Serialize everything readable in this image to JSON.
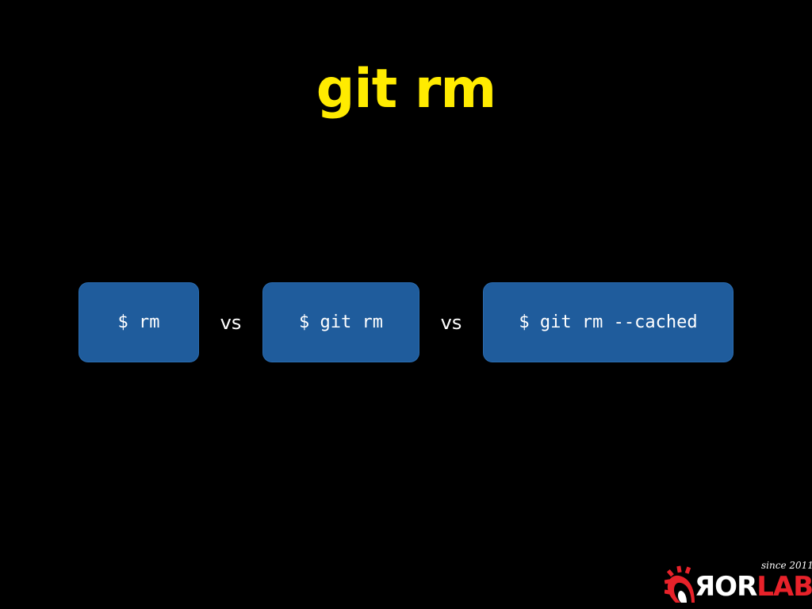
{
  "slide": {
    "title": "git rm",
    "commands": [
      "$ rm",
      "$ git rm",
      "$ git rm --cached"
    ],
    "separators": [
      "vs",
      "vs"
    ]
  },
  "logo": {
    "tagline": "since 2011",
    "word_white": "ЯOR",
    "word_red": "LAB",
    "mark_icon": "gear-flame-icon"
  },
  "colors": {
    "background": "#000000",
    "title": "#ffeb00",
    "box_fill": "#1f5c9c",
    "logo_red": "#e8222a"
  }
}
